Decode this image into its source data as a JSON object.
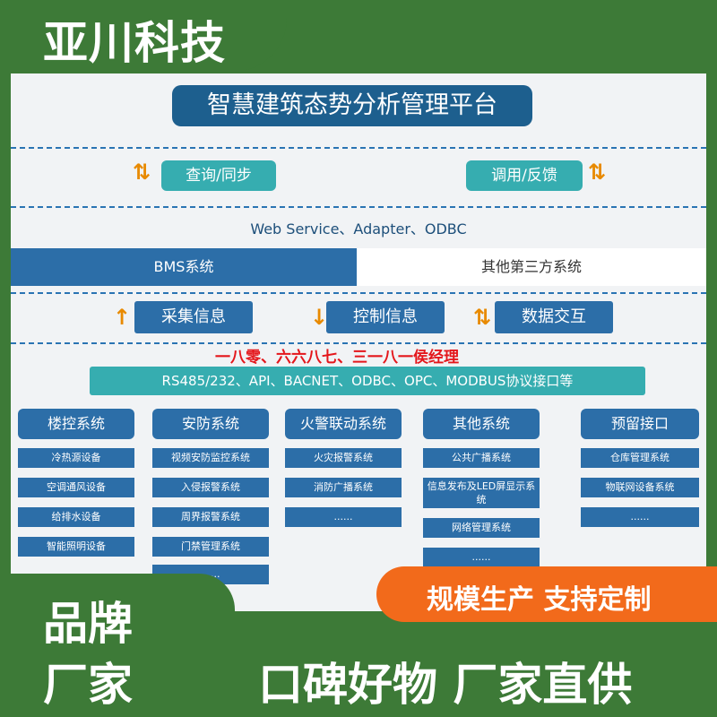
{
  "brand": "亚川科技",
  "title": "智慧建筑态势分析管理平台",
  "top_pills": [
    "查询/同步",
    "调用/反馈"
  ],
  "service_band": "Web Service、Adapter、ODBC",
  "bms": "BMS系统",
  "third_party": "其他第三方系统",
  "info_buttons": [
    "采集信息",
    "控制信息",
    "数据交互"
  ],
  "red_note": "一八零、六六八七、三一八一侯经理",
  "protocols": "RS485/232、API、BACNET、ODBC、OPC、MODBUS协议接口等",
  "columns": [
    {
      "head": "楼控系统",
      "items": [
        "冷热源设备",
        "空调通风设备",
        "给排水设备",
        "智能照明设备"
      ]
    },
    {
      "head": "安防系统",
      "items": [
        "视频安防监控系统",
        "入侵报警系统",
        "周界报警系统",
        "门禁管理系统",
        "......"
      ]
    },
    {
      "head": "火警联动系统",
      "items": [
        "火灾报警系统",
        "消防广播系统",
        "......"
      ]
    },
    {
      "head": "其他系统",
      "items": [
        "公共广播系统",
        "信息发布及LED屏显示系统",
        "网络管理系统",
        "......"
      ]
    },
    {
      "head": "预留接口",
      "items": [
        "仓库管理系统",
        "物联网设备系统",
        "......"
      ]
    }
  ],
  "bottom_left": [
    "品牌",
    "厂家"
  ],
  "orange_banner": "规模生产  支持定制",
  "bottom_right": "口碑好物  厂家直供"
}
